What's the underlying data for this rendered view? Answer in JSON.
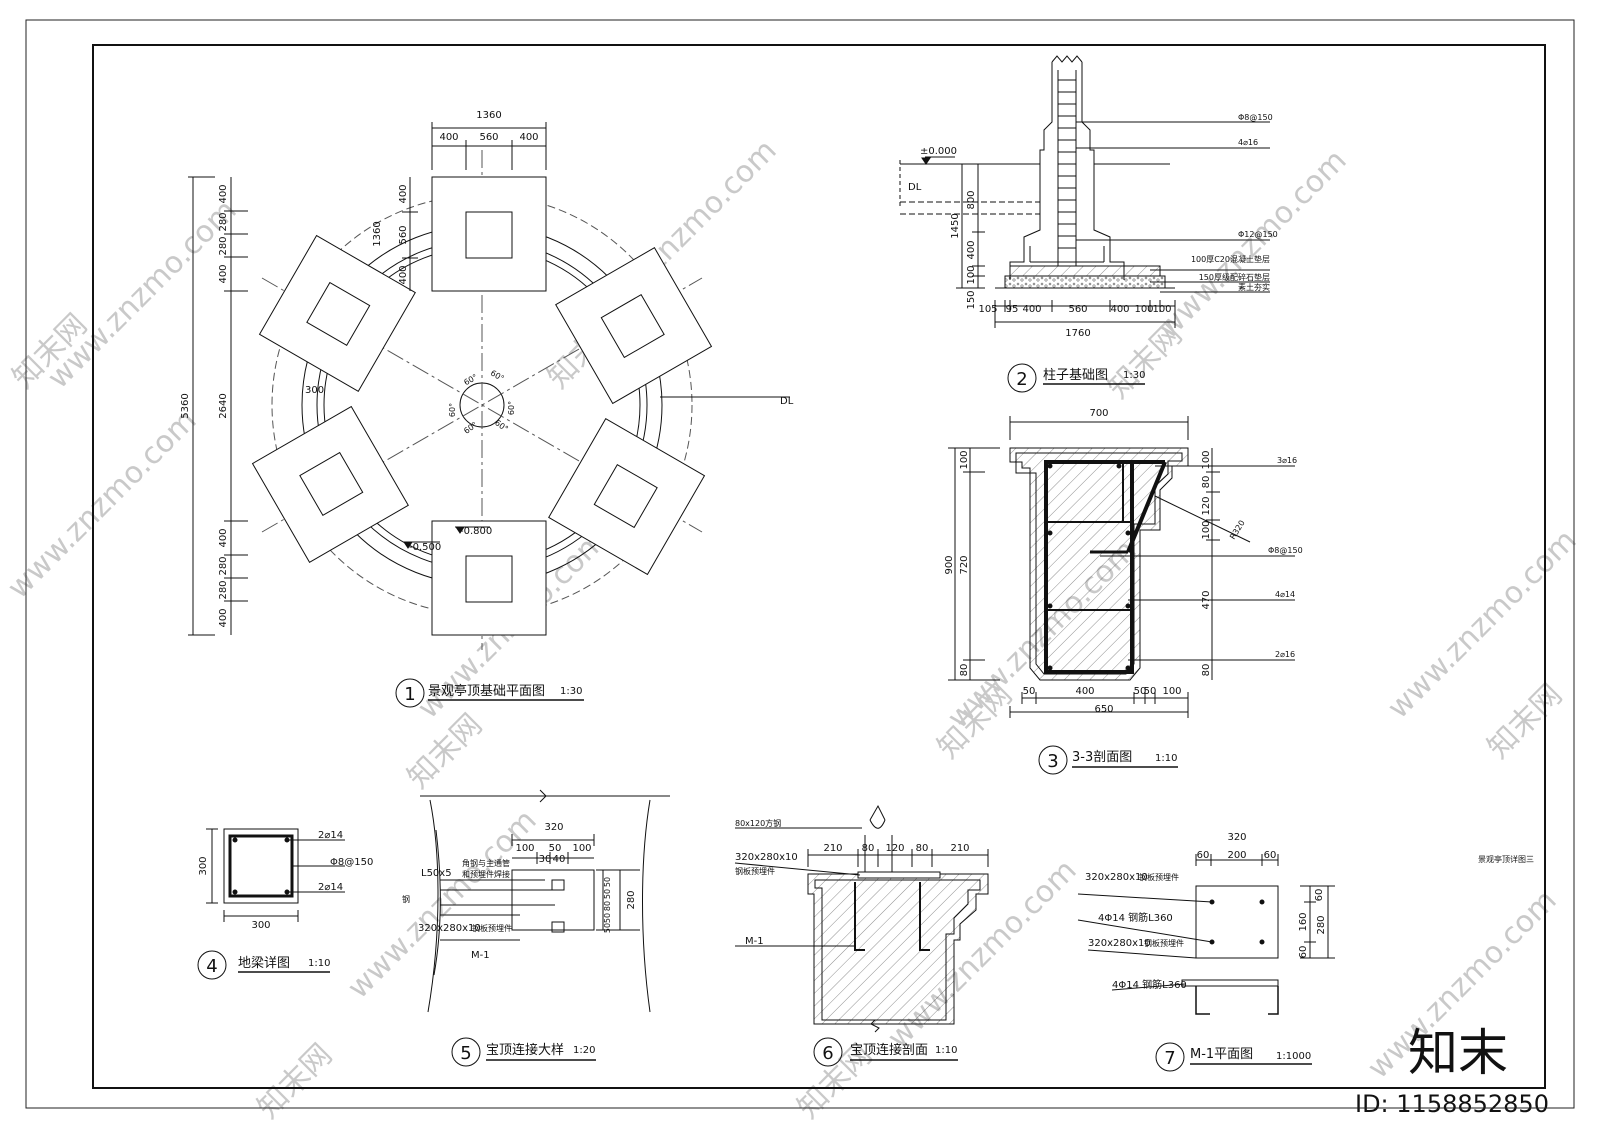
{
  "watermark": {
    "site": "www.znzmo.com",
    "brand": "知末网",
    "logo": "知末",
    "id": "ID: 1158852850"
  },
  "sheet_title": "景观亭顶详图三",
  "d1": {
    "num": "1",
    "title": "景观亭顶基础平面图",
    "scale": "1:30",
    "top_total": "1360",
    "top_a": "400",
    "top_b": "560",
    "top_c": "400",
    "left_total": "5360",
    "left_segs": [
      "400",
      "280",
      "280",
      "400",
      "2640",
      "400",
      "280",
      "280",
      "400"
    ],
    "inner_1360": "1360",
    "inner_560": "560",
    "inner_400a": "400",
    "inner_400b": "400",
    "angle": "60°",
    "w300": "300",
    "dl": "DL",
    "lev1": "-0.800",
    "lev2": "-0.500"
  },
  "d2": {
    "num": "2",
    "title": "柱子基础图",
    "scale": "1:30",
    "level": "±0.000",
    "dl": "DL",
    "rebar1": "Φ8@150",
    "rebar2": "4⌀16",
    "rebar3": "Φ12@150",
    "layer1": "100厚C20混凝土垫层",
    "layer2": "150厚级配碎石垫层",
    "layer3": "素土夯实",
    "v800": "800",
    "v1450": "1450",
    "v400": "400",
    "v100": "100",
    "v150": "150",
    "h_dims": [
      "105",
      "95",
      "400",
      "560",
      "400",
      "100",
      "100"
    ],
    "total": "1760"
  },
  "d3": {
    "num": "3",
    "title": "3-3剖面图",
    "scale": "1:10",
    "top": "700",
    "h900": "900",
    "h720": "720",
    "h100": "100",
    "h80": "80",
    "r_dims": [
      "100",
      "80",
      "120",
      "100",
      "470",
      "80"
    ],
    "r1": "3⌀16",
    "r2": "R320",
    "r3": "Φ8@150",
    "r4": "4⌀14",
    "r5": "2⌀16",
    "b_dims": [
      "50",
      "400",
      "50",
      "50",
      "100"
    ],
    "b_total": "650"
  },
  "d4": {
    "num": "4",
    "title": "地梁详图",
    "scale": "1:10",
    "r1": "2⌀14",
    "r2": "Φ8@150",
    "r3": "2⌀14",
    "w": "300",
    "h": "300"
  },
  "d5": {
    "num": "5",
    "title": "宝顶连接大样",
    "scale": "1:20",
    "top": "320",
    "dims": [
      "100",
      "50",
      "100"
    ],
    "dims2": [
      "30",
      "40"
    ],
    "angle": "L50x5",
    "angle_note1": "角钢与主通管",
    "angle_note2": "和预埋件焊接",
    "steel": "钢",
    "plate": "320x280x10",
    "plate_note": "钢板预埋件",
    "m1": "M-1",
    "r_dims": [
      "50",
      "50",
      "80",
      "50",
      "50"
    ],
    "r_total": "280"
  },
  "d6": {
    "num": "6",
    "title": "宝顶连接剖面",
    "scale": "1:10",
    "tube": "80x120方钢",
    "plate": "320x280x10",
    "plate_note": "钢板预埋件",
    "m1": "M-1",
    "dims": [
      "210",
      "80",
      "120",
      "80",
      "210"
    ]
  },
  "d7": {
    "num": "7",
    "title": "M-1平面图",
    "scale": "1:1000",
    "top": "320",
    "dims": [
      "60",
      "200",
      "60"
    ],
    "plate": "320x280x10",
    "plate_note": "钢板预埋件",
    "bolt": "4Φ14 钢筋L360",
    "r_dims": [
      "60",
      "160",
      "60"
    ],
    "r_total": "280"
  }
}
